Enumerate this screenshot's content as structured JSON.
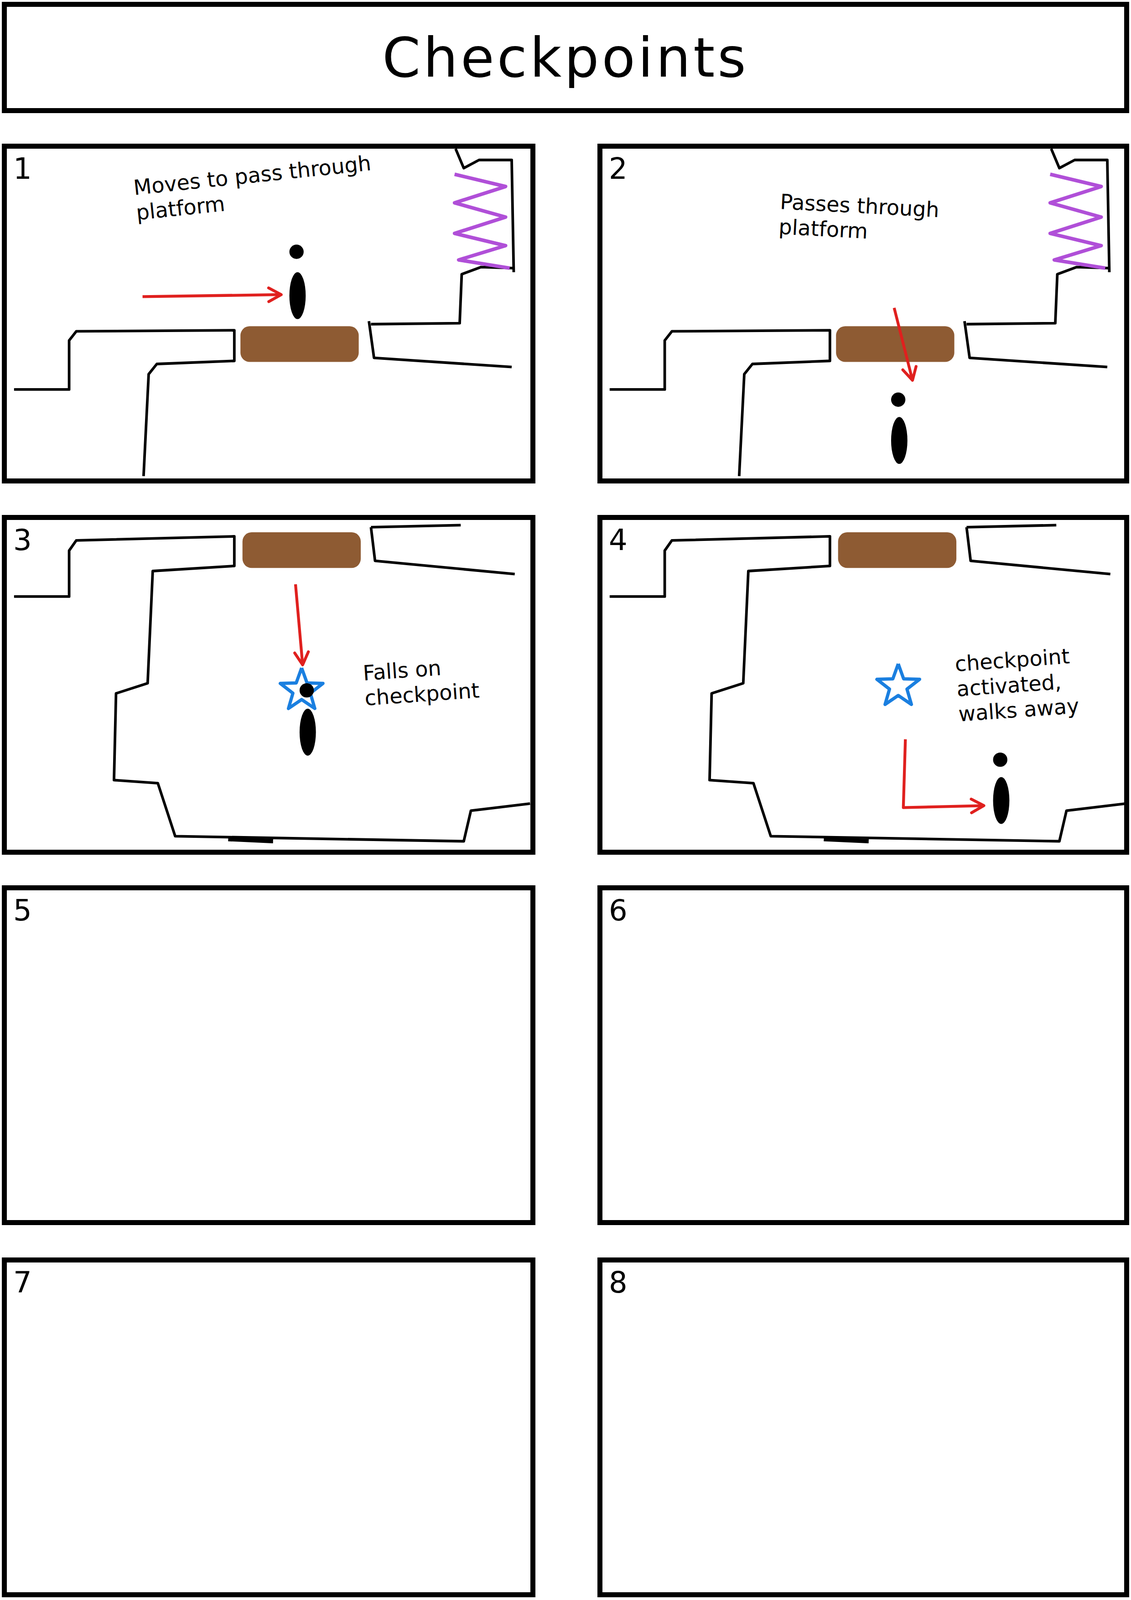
{
  "diagram": {
    "title": "Checkpoints",
    "nodes": [
      {
        "text": [
          "1",
          "Moves to pass through platform"
        ]
      },
      {
        "text": [
          "2",
          "Passes through platform"
        ]
      },
      {
        "text": [
          "3",
          "Falls on checkpoint"
        ]
      },
      {
        "text": [
          "4",
          "checkpoint activated, walks away"
        ]
      },
      {
        "text": [
          "5"
        ]
      },
      {
        "text": [
          "6"
        ]
      },
      {
        "text": [
          "7"
        ]
      },
      {
        "text": [
          "8"
        ]
      }
    ]
  }
}
